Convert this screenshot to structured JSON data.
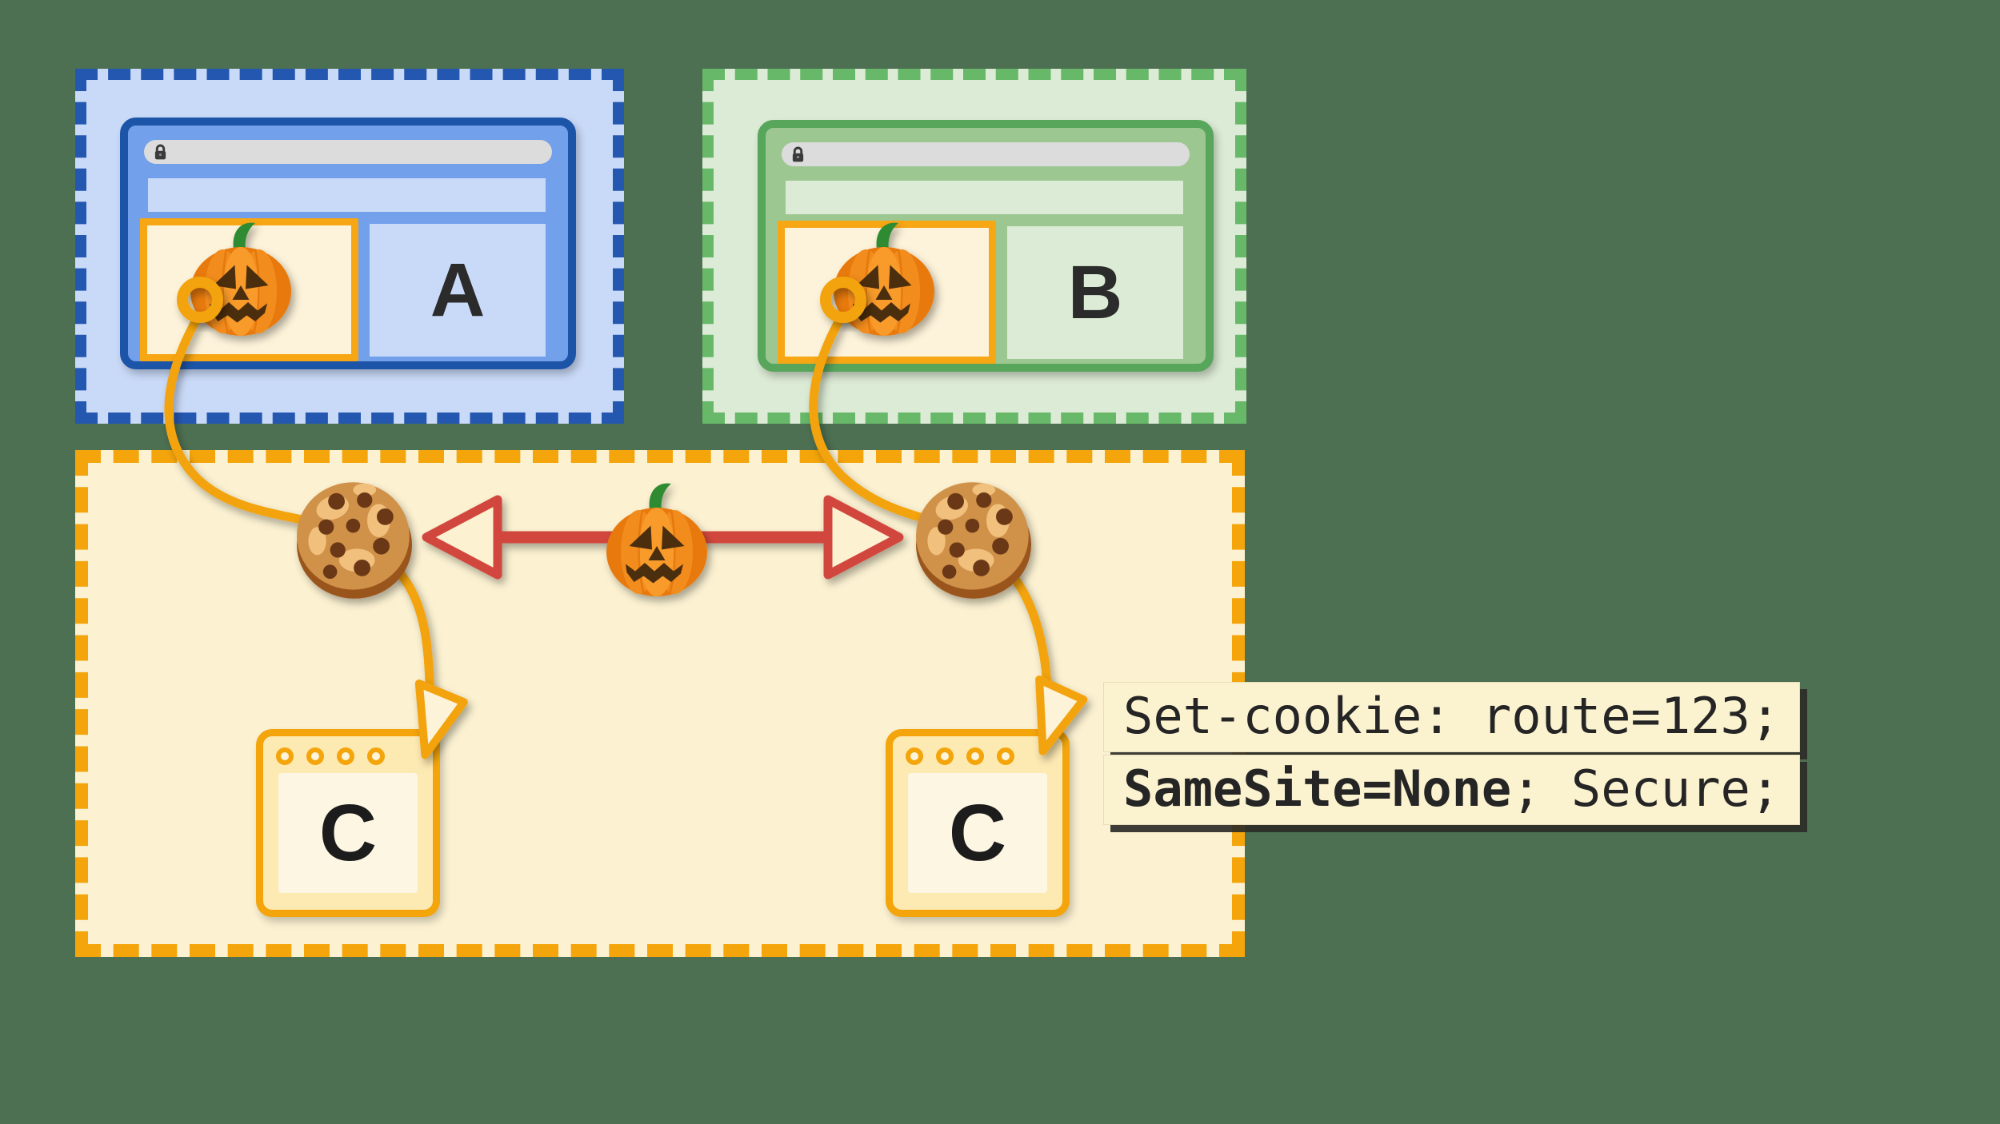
{
  "diagram": {
    "title_hint": "third-party cookie sharing between site A and site B via embedded site C",
    "background_color": "#4e7052",
    "site_a": {
      "label": "A",
      "dash_color": "#2457b0",
      "fill_color": "#c9daf8",
      "window_border_color": "#1c54a8",
      "window_fill_color": "#73a0ea"
    },
    "site_b": {
      "label": "B",
      "dash_color": "#67b868",
      "fill_color": "#dcebd5",
      "window_border_color": "#58a55c",
      "window_fill_color": "#9cc791"
    },
    "third_party": {
      "dash_color": "#f4a50b",
      "fill_color": "#fcf2d2",
      "window_left_label": "C",
      "window_right_label": "C",
      "window_border_color": "#f4a50b"
    },
    "code_annotation": {
      "line1": "Set-cookie: route=123;",
      "line2_bold": "SameSite=None",
      "line2_rest": "; Secure;",
      "background_color": "#fbf2d0",
      "text_color": "#252525"
    },
    "colors": {
      "accent_orange": "#f2a30b",
      "arrow_red": "#d2463c",
      "cookie_brown": "#d0914a",
      "pumpkin_orange": "#ee7e14"
    },
    "icons": [
      "lock-icon",
      "jack-o-lantern-icon",
      "cookie-icon",
      "cookie-tether-ring-icon",
      "cookie-flow-arrowhead-icon",
      "cross-site-arrow-icon",
      "window-dot-icon"
    ]
  }
}
